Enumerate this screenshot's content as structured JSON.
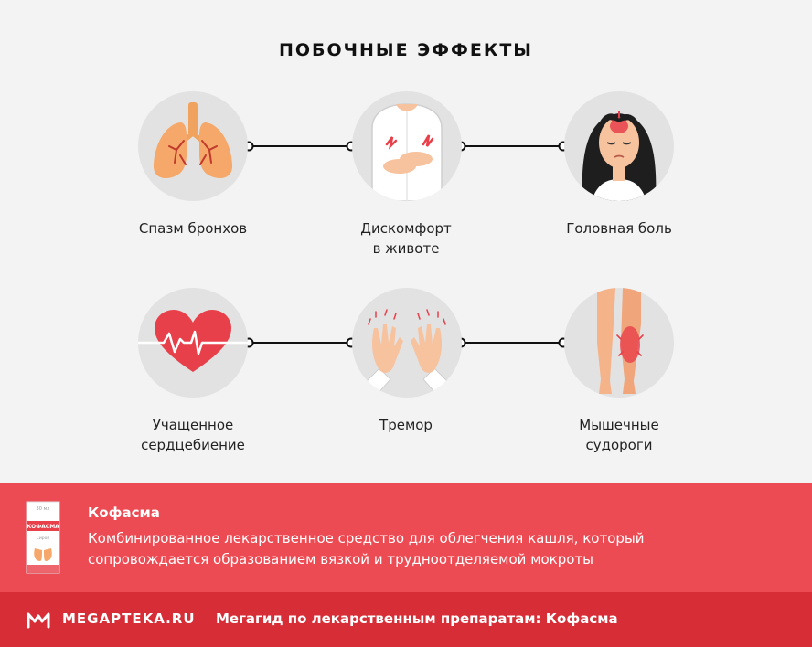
{
  "title": "ПОБОЧНЫЕ ЭФФЕКТЫ",
  "effects": [
    {
      "line1": "Спазм бронхов",
      "line2": "",
      "icon": "lungs-icon"
    },
    {
      "line1": "Дискомфорт",
      "line2": "в животе",
      "icon": "stomach-pain-icon"
    },
    {
      "line1": "Головная боль",
      "line2": "",
      "icon": "headache-icon"
    },
    {
      "line1": "Учащенное",
      "line2": "сердцебиение",
      "icon": "heartbeat-icon"
    },
    {
      "line1": "Тремор",
      "line2": "",
      "icon": "tremor-hands-icon"
    },
    {
      "line1": "Мышечные",
      "line2": "судороги",
      "icon": "leg-cramp-icon"
    }
  ],
  "product": {
    "name": "Кофасма",
    "description": "Комбинированное лекарственное средство для облегчения кашля, который сопровождается образованием вязкой и трудноотделяемой мокроты",
    "box_brand": "КОФАСМА",
    "box_volume": "30 мл",
    "box_type": "Сироп"
  },
  "footer": {
    "logo": "MEGAPTEKA.RU",
    "tagline": "Мегагид по лекарственным препаратам: Кофасма"
  },
  "colors": {
    "band": "#ec4b53",
    "footer": "#d62d37",
    "accent": "#e8404a",
    "background": "#f3f3f3"
  }
}
